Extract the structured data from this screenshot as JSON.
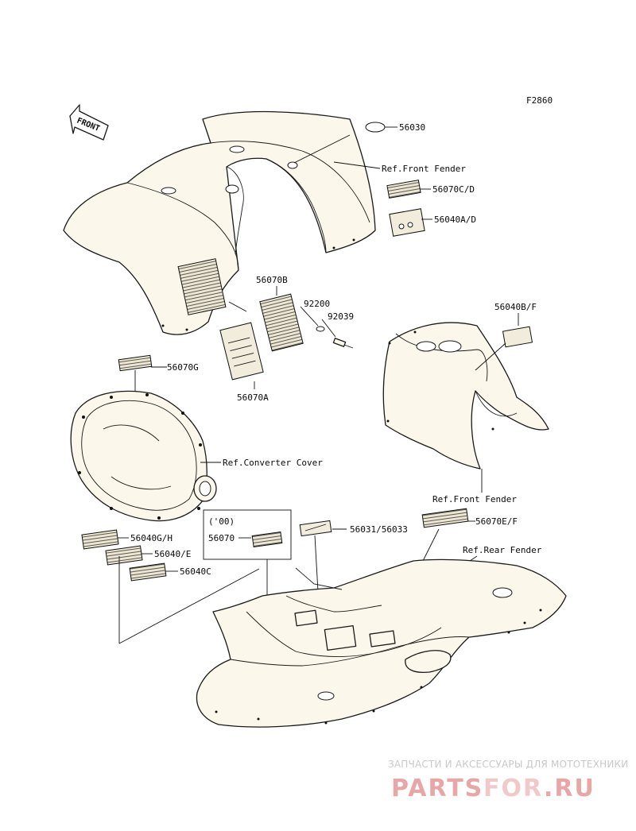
{
  "figure_code": "F2860",
  "front_arrow_label": "FRONT",
  "callouts": {
    "p56030": "56030",
    "ref_front_fender_top": "Ref.Front Fender",
    "p56070c_d": "56070C/D",
    "p56040a_d": "56040A/D",
    "p56070b": "56070B",
    "p92200": "92200",
    "p92039": "92039",
    "p56070a": "56070A",
    "p56040b_f": "56040B/F",
    "p56070g": "56070G",
    "ref_converter_cover": "Ref.Converter Cover",
    "ref_front_fender_mid": "Ref.Front Fender",
    "year_note": "('00)",
    "p56070": "56070",
    "p56031_56033": "56031/56033",
    "p56070e_f": "56070E/F",
    "ref_rear_fender": "Ref.Rear Fender",
    "p56040g_h": "56040G/H",
    "p56040_e": "56040/E",
    "p56040c": "56040C"
  },
  "watermark": {
    "tagline": "ЗАПЧАСТИ И АКСЕССУАРЫ ДЛЯ МОТОТЕХНИКИ",
    "brand_part1": "PARTS",
    "brand_part2": "FOR",
    "brand_part3": ".RU",
    "brand_color": "#e8a6a6",
    "brand_accent": "#f2c9c9"
  }
}
